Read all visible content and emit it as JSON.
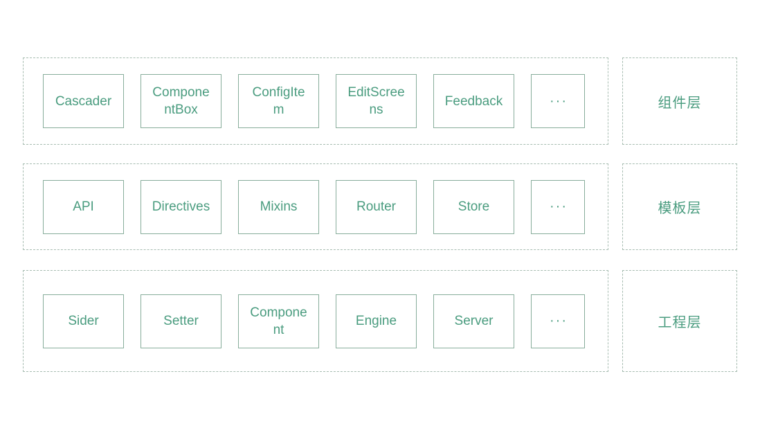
{
  "diagram": {
    "colors": {
      "text_green": "#4a9c7f",
      "box_border": "#86ac9a",
      "dashed_border": "#a6bcb0",
      "background": "#ffffff"
    },
    "rows": [
      {
        "layer_label": "组件层",
        "items": [
          "Cascader",
          "ComponentBox",
          "ConfigItem",
          "EditScreens",
          "Feedback"
        ],
        "more": "···"
      },
      {
        "layer_label": "模板层",
        "items": [
          "API",
          "Directives",
          "Mixins",
          "Router",
          "Store"
        ],
        "more": "···"
      },
      {
        "layer_label": "工程层",
        "items": [
          "Sider",
          "Setter",
          "Component",
          "Engine",
          "Server"
        ],
        "more": "···"
      }
    ]
  }
}
